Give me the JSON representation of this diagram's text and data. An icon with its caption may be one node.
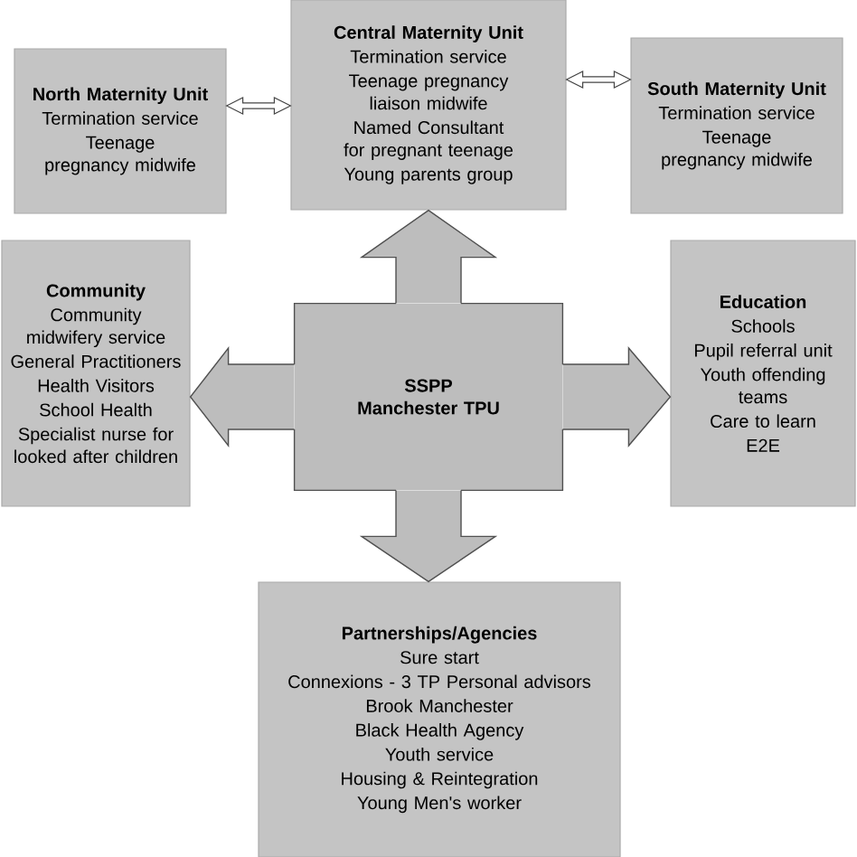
{
  "diagram": {
    "nodes": [
      {
        "text": [
          "North Maternity Unit",
          "Termination service",
          "Teenage pregnancy midwife"
        ]
      },
      {
        "text": [
          "Central Maternity Unit",
          "Termination service",
          "Teenage pregnancy liaison midwife",
          "Named Consultant for pregnant teenage",
          "Young parents group"
        ]
      },
      {
        "text": [
          "South Maternity Unit",
          "Termination service",
          "Teenage pregnancy midwife"
        ]
      },
      {
        "text": [
          "Community",
          "Community midwifery service",
          "General Practitioners",
          "Health Visitors",
          "School Health",
          "Specialist nurse for looked after children"
        ]
      },
      {
        "text": [
          "SSPP Manchester TPU"
        ]
      },
      {
        "text": [
          "Education",
          "Schools",
          "Pupil referral unit",
          "Youth offending teams",
          "Care to learn",
          "E2E"
        ]
      },
      {
        "text": [
          "Partnerships/Agencies",
          "Sure start",
          "Connexions - 3 TP Personal advisors",
          "Brook Manchester",
          "Black Health Agency",
          "Youth service",
          "Housing & Reintegration",
          "Young Men's worker"
        ]
      }
    ],
    "edges": [
      {
        "from": 0,
        "to": 1,
        "arrow": "both"
      },
      {
        "from": 1,
        "to": 2,
        "arrow": "both"
      },
      {
        "from": 4,
        "to": 1,
        "arrow": "to"
      },
      {
        "from": 4,
        "to": 3,
        "arrow": "to"
      },
      {
        "from": 4,
        "to": 5,
        "arrow": "to"
      },
      {
        "from": 4,
        "to": 6,
        "arrow": "to"
      }
    ]
  }
}
